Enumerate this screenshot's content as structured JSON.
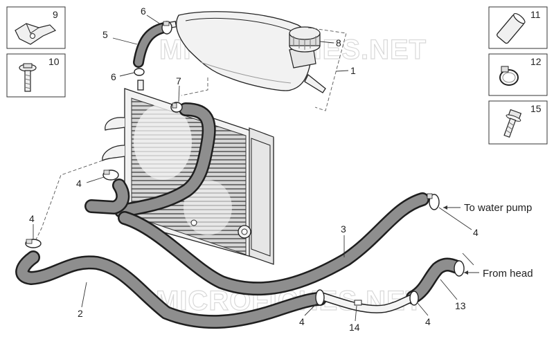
{
  "watermark": [
    "MICROFICHES.NET",
    "MICROFICHES.NET"
  ],
  "side_parts": [
    {
      "number": "9",
      "icon": "clip-nut-icon"
    },
    {
      "number": "10",
      "icon": "bolt-icon"
    },
    {
      "number": "11",
      "icon": "hose-sleeve-icon"
    },
    {
      "number": "12",
      "icon": "hose-clamp-icon"
    },
    {
      "number": "15",
      "icon": "screw-icon"
    }
  ],
  "callouts": {
    "expansion_tank": "1",
    "lower_hose": "2",
    "return_hose": "3",
    "clamp": "4",
    "upper_hose": "5",
    "small_clamp": "6",
    "bracket_clamp": "7",
    "tank_cap": "8",
    "head_hose": "13",
    "pipe": "14"
  },
  "annotations": {
    "to_water_pump": "To water pump",
    "from_head": "From head"
  }
}
